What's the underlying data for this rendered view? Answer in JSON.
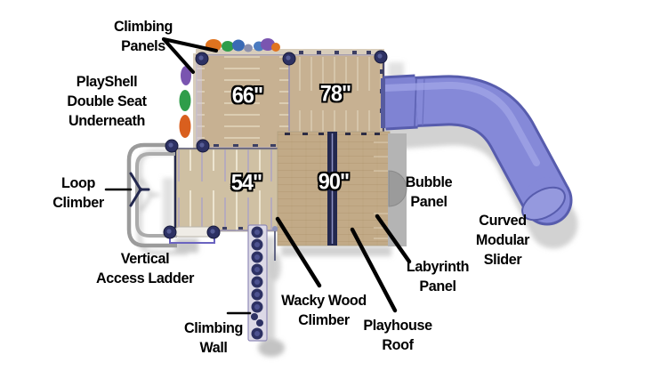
{
  "labels": {
    "climbing_panels": "Climbing\nPanels",
    "playshell": "PlayShell\nDouble Seat\nUnderneath",
    "loop_climber": "Loop\nClimber",
    "vertical_access_ladder": "Vertical\nAccess Ladder",
    "climbing_wall": "Climbing\nWall",
    "wacky_wood_climber": "Wacky Wood\nClimber",
    "playhouse_roof": "Playhouse\nRoof",
    "labyrinth_panel": "Labyrinth\nPanel",
    "bubble_panel": "Bubble\nPanel",
    "curved_modular_slider": "Curved\nModular\nSlider"
  },
  "decks": {
    "deck_66": "66\"",
    "deck_78": "78\"",
    "deck_54": "54\"",
    "deck_90": "90\""
  },
  "icons": {
    "deck_66": "deck-66-top-view",
    "deck_78": "deck-78-top-view",
    "deck_54": "deck-54-top-view",
    "deck_90": "playhouse-roof-top-view",
    "slider": "curved-modular-slider-top-view",
    "loop_climber": "loop-climber-top-view",
    "climbing_wall": "climbing-wall-top-view",
    "ladder": "vertical-access-ladder-top-view",
    "bubble_panel": "bubble-panel-top-view",
    "climbing_panels": "climbing-panels-top-view"
  },
  "colors": {
    "deck_tan": "#c7b192",
    "deck_tan_light": "#cfc0a3",
    "roof_tan": "#c2aa87",
    "ridge_navy": "#23284e",
    "post_navy": "#2d3163",
    "slider_blue": "#8589d8",
    "slider_edge": "#575cad",
    "shadow_gray": "#c6c6c6",
    "panel_orange": "#e0731f",
    "panel_green": "#2f9d4a",
    "panel_blue": "#3a6ab5",
    "panel_purple": "#7a55b0",
    "label_text": "#000000"
  }
}
